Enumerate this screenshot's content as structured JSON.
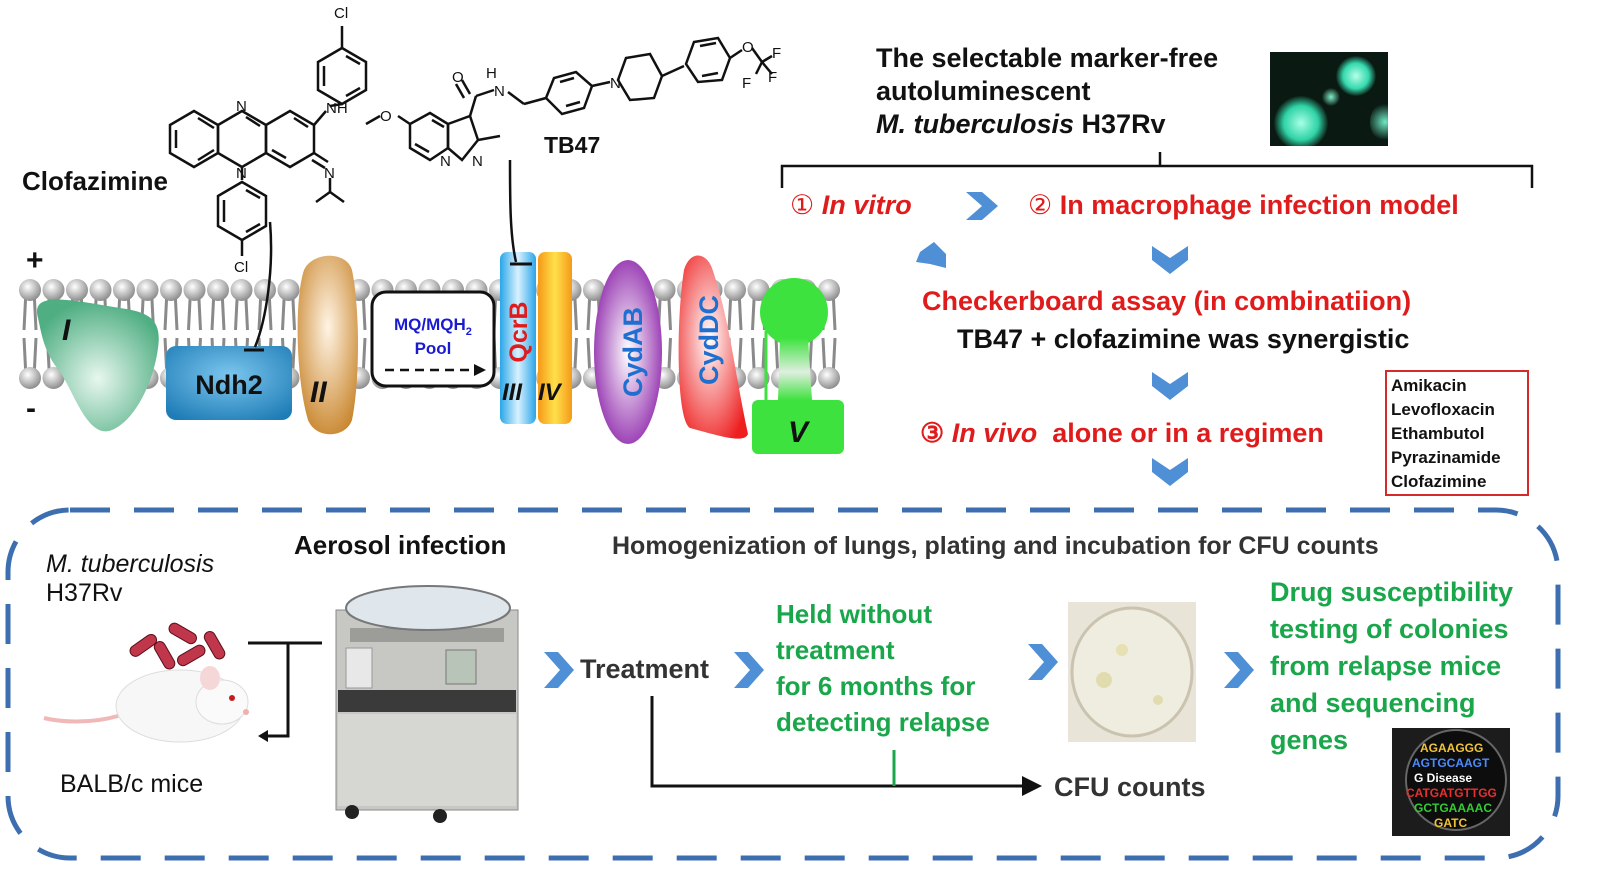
{
  "top_left": {
    "clofazimine_label": "Clofazimine",
    "tb47_label": "TB47",
    "clofazimine_atoms": {
      "cl_top": "Cl",
      "nh": "NH",
      "n_ring": "N",
      "n_bottom": "N",
      "n_imine": "N",
      "cl_bottom": "Cl"
    },
    "tb47_atoms": {
      "o_methoxy": "O",
      "o_carbonyl": "O",
      "h": "H",
      "n_amide": "N",
      "n_pip": "N",
      "n_ring": "N",
      "n_ring2": "N",
      "o_ocf3": "O",
      "f1": "F",
      "f2": "F",
      "f3": "F"
    }
  },
  "membrane": {
    "plus": "+",
    "minus": "-",
    "complexes": [
      {
        "id": "I",
        "label": "I",
        "color": "#5cba8f"
      },
      {
        "id": "ndh2",
        "label": "Ndh2",
        "color": "#2d8fc9"
      },
      {
        "id": "II",
        "label": "II",
        "color": "#d49a4a"
      },
      {
        "id": "pool",
        "label_line1": "MQ/MQH",
        "label_sub": "2",
        "label_line2": "Pool"
      },
      {
        "id": "qcrb",
        "label": "QcrB",
        "roman": "III",
        "color": "#3bb3ee"
      },
      {
        "id": "IV",
        "label": "IV",
        "color": "#f5a623"
      },
      {
        "id": "cydab",
        "label": "CydAB",
        "color": "#9b2fb6"
      },
      {
        "id": "cyddc",
        "label": "CydDC",
        "color": "#f03c3c"
      },
      {
        "id": "V",
        "label": "V",
        "color": "#3ddc3d"
      }
    ]
  },
  "workflow": {
    "strain_line1": "The selectable marker-free",
    "strain_line2": "autoluminescent",
    "strain_line3_italic": "M. tuberculosis",
    "strain_line3_rest": " H37Rv",
    "step1_num": "①",
    "step1_label": "In vitro",
    "step2_num": "②",
    "step2_label": "In macrophage infection model",
    "checkerboard": "Checkerboard assay  (in combinatiion)",
    "synergy": "TB47 + clofazimine was synergistic",
    "step3_num": "③",
    "step3_italic": "In vivo",
    "step3_rest": "  alone or in a regimen",
    "regimen_drugs": [
      "Amikacin",
      "Levofloxacin",
      "Ethambutol",
      "Pyrazinamide",
      "Clofazimine"
    ]
  },
  "bottom": {
    "strain_italic": "M. tuberculosis",
    "strain_rest": "H37Rv",
    "mice": "BALB/c mice",
    "aerosol": "Aerosol infection",
    "homogenization": "Homogenization of lungs, plating and incubation for CFU counts",
    "treatment": "Treatment",
    "held_lines": [
      "Held without",
      "treatment",
      "for 6 months for",
      "detecting relapse"
    ],
    "cfu_counts": "CFU counts",
    "dst_lines": [
      "Drug susceptibility",
      "testing of colonies",
      "from relapse mice",
      "and sequencing",
      "genes"
    ],
    "dna_text": [
      "AGAAGGG",
      "AGTGCAAGT",
      "G Disease",
      "CATGATGTTGG",
      "GCTGAAAAC",
      "GATC"
    ]
  },
  "colors": {
    "red": "#e01b1b",
    "green": "#1aa64a",
    "chevron_blue": "#4f8fd6",
    "dash_blue": "#3d6fb0"
  }
}
